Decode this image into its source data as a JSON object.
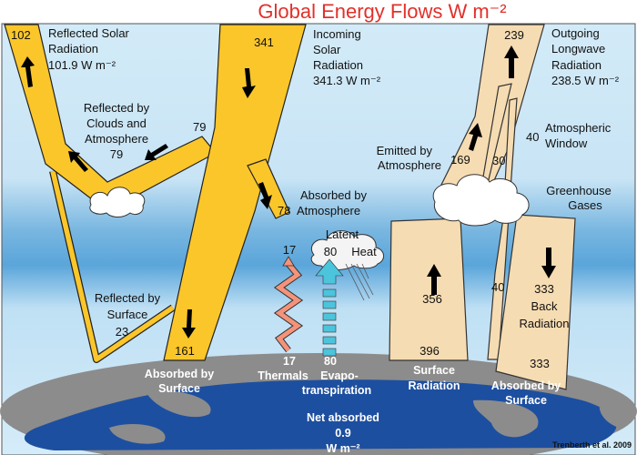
{
  "title": "Global Energy Flows  W m⁻²",
  "credit": "Trenberth et al. 2009",
  "colors": {
    "title": "#e2302a",
    "shortwave": "#fbc62a",
    "longwave": "#f6dcb2",
    "thermals": "#f4937a",
    "evapotranspiration": "#4cc4dc",
    "ocean": "#1d4fa0",
    "land": "#8c8c8c",
    "sky": "#cfe8f7"
  },
  "shortwave": {
    "reflected_total": "102",
    "reflected_label": [
      "Reflected Solar",
      "Radiation",
      "101.9 W m⁻²"
    ],
    "incoming_value": "341",
    "incoming_label": [
      "Incoming",
      "Solar",
      "Radiation",
      "341.3 W m⁻²"
    ],
    "clouds_label": [
      "Reflected by",
      "Clouds and",
      "Atmosphere",
      "79"
    ],
    "clouds_value": "79",
    "absorbed_atm_value": "78",
    "absorbed_atm_label": [
      "Absorbed by",
      "Atmosphere"
    ],
    "surface_reflect_label": [
      "Reflected by",
      "Surface",
      "23"
    ],
    "absorbed_surface_value": "161",
    "absorbed_surface_label": [
      "Absorbed by",
      "Surface"
    ]
  },
  "longwave": {
    "outgoing_value": "239",
    "outgoing_label": [
      "Outgoing",
      "Longwave",
      "Radiation",
      "238.5 W m⁻²"
    ],
    "window_value": "40",
    "window_label": [
      "Atmospheric",
      "Window"
    ],
    "emitted_label": [
      "Emitted by",
      "Atmosphere"
    ],
    "emitted_value": "169",
    "clouds_emitted_value": "30",
    "greenhouse_label": [
      "Greenhouse",
      "Gases"
    ],
    "surface_up_value": "356",
    "surface_value": "396",
    "surface_label": [
      "Surface",
      "Radiation"
    ],
    "window_lower_value": "40",
    "back_value": "333",
    "back_label": [
      "Back",
      "Radiation"
    ],
    "back_absorbed_value": "333",
    "back_absorbed_label": [
      "Absorbed by",
      "Surface"
    ]
  },
  "nonradiative": {
    "latent_label": "Latent",
    "latent_value": "80",
    "heat_label": "Heat",
    "thermals_top": "17",
    "thermals_value": "17",
    "thermals_label": "Thermals",
    "evapo_value": "80",
    "evapo_label": [
      "Evapo-",
      "transpiration"
    ]
  },
  "net": [
    "Net absorbed",
    "0.9",
    "W m⁻²"
  ]
}
